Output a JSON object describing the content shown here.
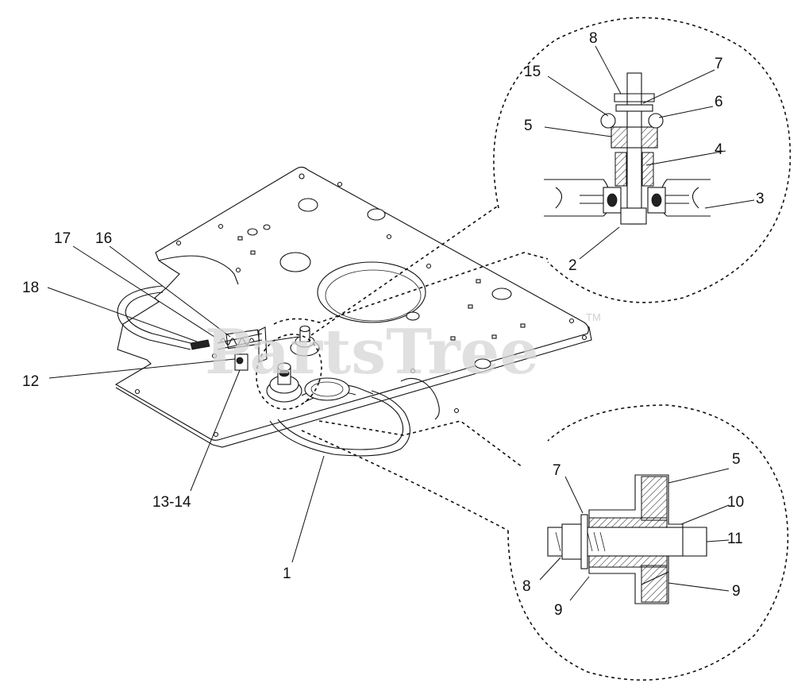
{
  "watermark": {
    "text": "PartsTree",
    "trademark": "TM"
  },
  "callouts": {
    "c1": "1",
    "c2": "2",
    "c3": "3",
    "c4": "4",
    "c5_top": "5",
    "c6": "6",
    "c7_top": "7",
    "c8_top": "8",
    "c15": "15",
    "c5_bottom": "5",
    "c7_bottom": "7",
    "c8_bottom": "8",
    "c9_left": "9",
    "c9_right": "9",
    "c10": "10",
    "c11": "11",
    "c12": "12",
    "c13_14": "13-14",
    "c16": "16",
    "c17": "17",
    "c18": "18"
  }
}
